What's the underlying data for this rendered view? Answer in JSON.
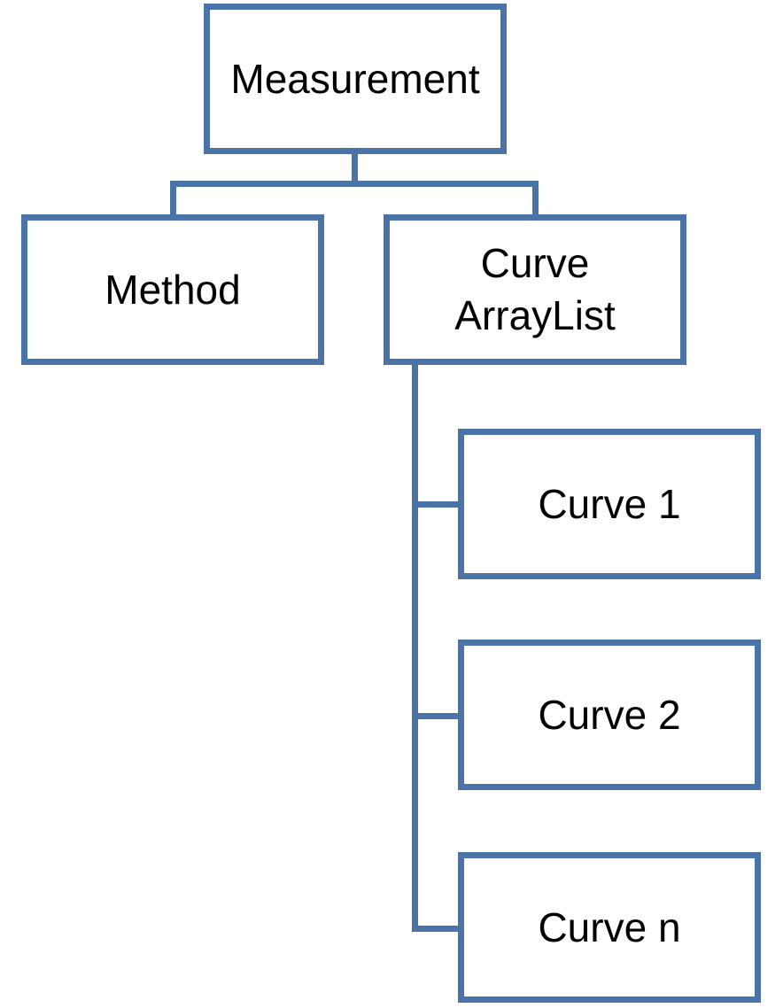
{
  "diagram": {
    "root": {
      "label": "Measurement"
    },
    "children": [
      {
        "label": "Method"
      },
      {
        "label_lines": [
          "Curve",
          "ArrayList"
        ]
      }
    ],
    "curves": [
      {
        "label": "Curve 1"
      },
      {
        "label": "Curve 2"
      },
      {
        "label": "Curve n"
      }
    ],
    "colors": {
      "stroke": "#4a74a8",
      "fill": "#ffffff",
      "text": "#000000"
    }
  }
}
